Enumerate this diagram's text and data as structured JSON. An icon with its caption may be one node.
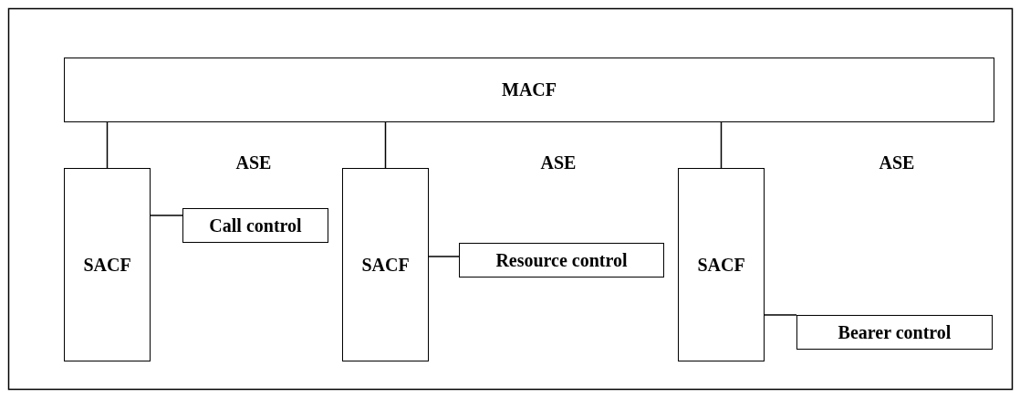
{
  "diagram": {
    "nodes": [
      {
        "text": [
          "MACF"
        ]
      },
      {
        "text": [
          "SACF"
        ]
      },
      {
        "text": [
          "Call control"
        ]
      },
      {
        "text": [
          "SACF"
        ]
      },
      {
        "text": [
          "Resource control"
        ]
      },
      {
        "text": [
          "SACF"
        ]
      },
      {
        "text": [
          "Bearer control"
        ]
      }
    ],
    "edges": [
      {
        "from": 0,
        "to": 1,
        "arrow": "none"
      },
      {
        "from": 1,
        "to": 2,
        "arrow": "none"
      },
      {
        "from": 0,
        "to": 3,
        "arrow": "none"
      },
      {
        "from": 3,
        "to": 4,
        "arrow": "none"
      },
      {
        "from": 0,
        "to": 5,
        "arrow": "none"
      },
      {
        "from": 5,
        "to": 6,
        "arrow": "none"
      }
    ],
    "labels": [
      "ASE",
      "ASE",
      "ASE"
    ]
  }
}
